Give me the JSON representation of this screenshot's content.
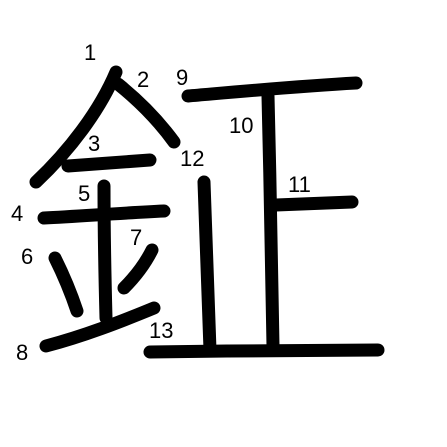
{
  "diagram": {
    "strokes": [
      {
        "order": "1"
      },
      {
        "order": "2"
      },
      {
        "order": "3"
      },
      {
        "order": "4"
      },
      {
        "order": "5"
      },
      {
        "order": "6"
      },
      {
        "order": "7"
      },
      {
        "order": "8"
      },
      {
        "order": "9"
      },
      {
        "order": "10"
      },
      {
        "order": "11"
      },
      {
        "order": "12"
      },
      {
        "order": "13"
      }
    ],
    "colors": {
      "stroke": "#000000",
      "background": "#ffffff"
    }
  }
}
